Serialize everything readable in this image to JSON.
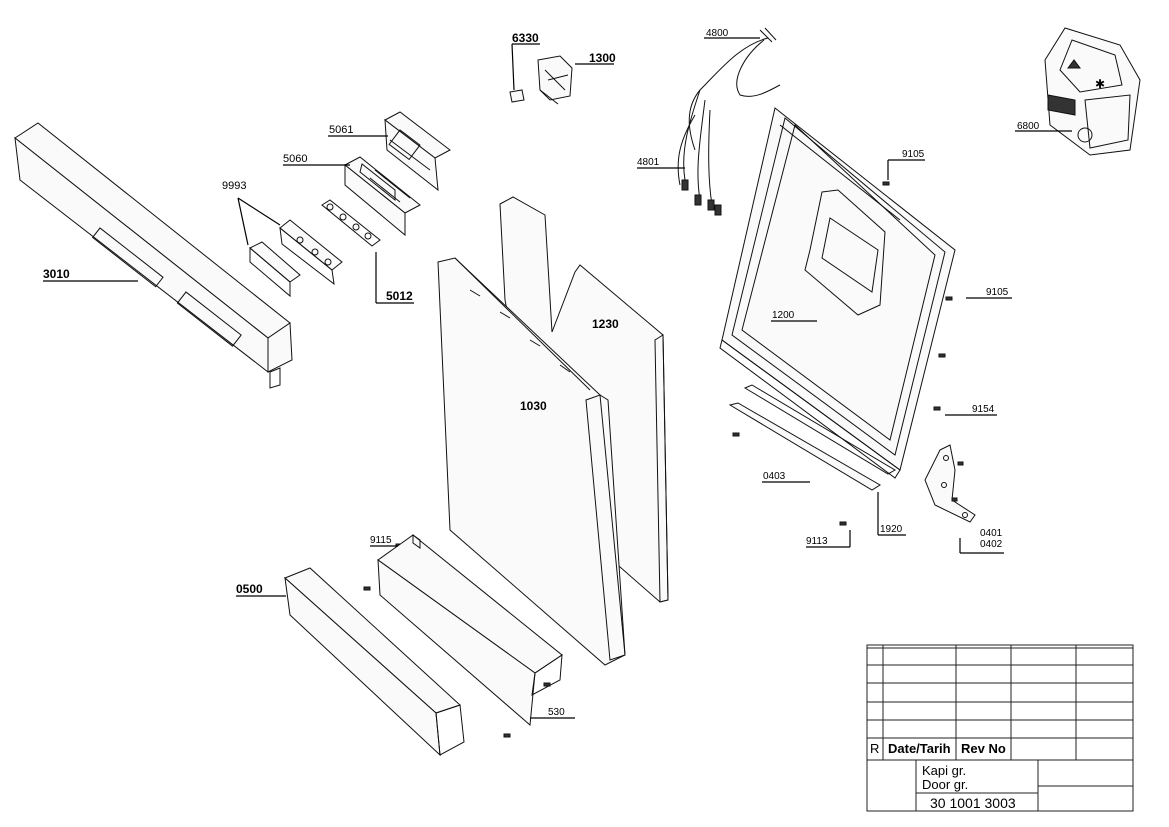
{
  "diagram": {
    "labels": {
      "p6330": "6330",
      "p1300": "1300",
      "p4800": "4800",
      "p4801": "4801",
      "p6800": "6800",
      "p5061": "5061",
      "p5060": "5060",
      "p9993": "9993",
      "p3010": "3010",
      "p5012": "5012",
      "p9105a": "9105",
      "p9105b": "9105",
      "p1200": "1200",
      "p1230": "1230",
      "p1030": "1030",
      "p9154": "9154",
      "p0403": "0403",
      "p1920": "1920",
      "p9113": "9113",
      "p0401": "0401",
      "p0402": "0402",
      "p9115": "9115",
      "p0500": "0500",
      "p530": "530"
    }
  },
  "title_block": {
    "header": {
      "r": "R",
      "date": "Date/Tarih",
      "rev": "Rev No"
    },
    "name_tr": "Kapi gr.",
    "name_en": "Door gr.",
    "number": "30 1001 3003"
  }
}
